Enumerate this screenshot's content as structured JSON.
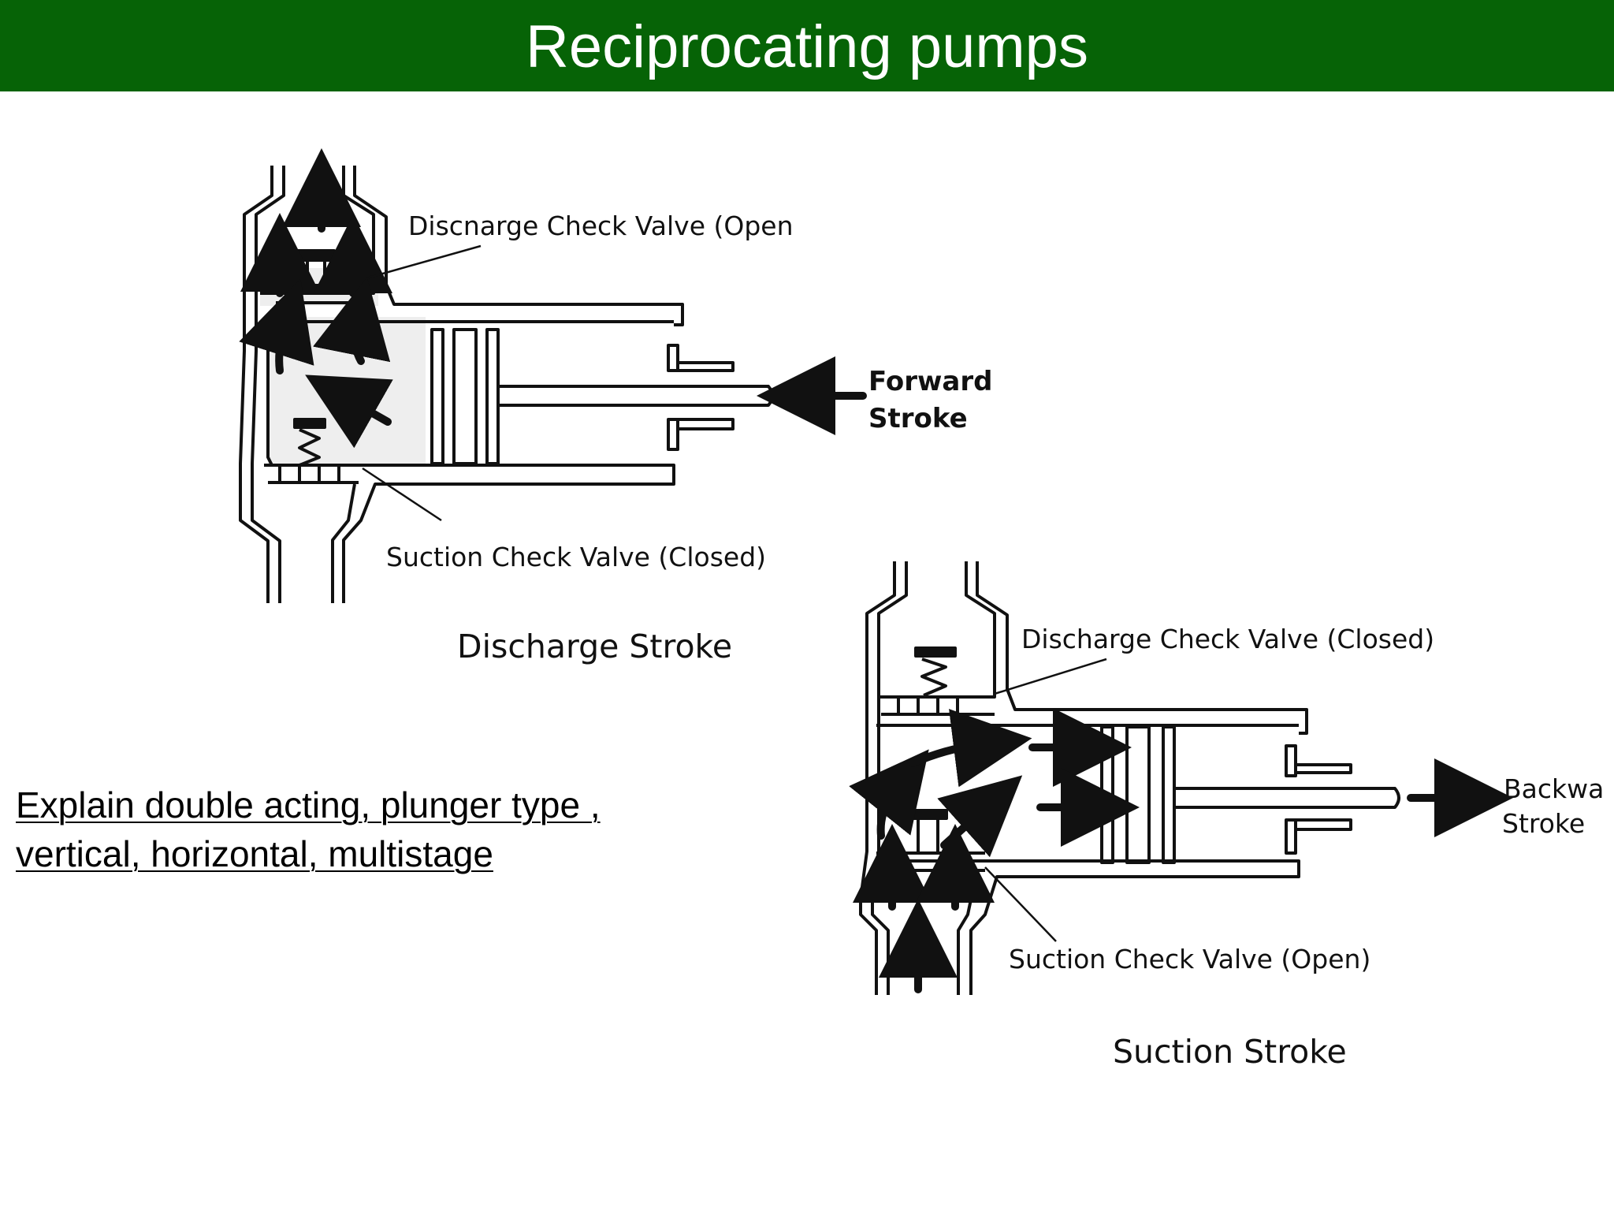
{
  "slide": {
    "title": "Reciprocating pumps"
  },
  "note": {
    "line1": "Explain double acting, plunger type ,",
    "line2": "vertical, horizontal, multistage"
  },
  "discharge_stroke": {
    "valve_top_label": "Discnarge Check Valve (Open",
    "valve_bottom_label": "Suction Check Valve (Closed)",
    "stroke_label_line1": "Forward",
    "stroke_label_line2": "Stroke",
    "caption": "Discharge Stroke"
  },
  "suction_stroke": {
    "valve_top_label": "Discharge Check Valve (Closed)",
    "valve_bottom_label": "Suction Check Valve (Open)",
    "stroke_label_line1": "Backwa",
    "stroke_label_line2": "Stroke",
    "caption": "Suction Stroke"
  },
  "colors": {
    "header_green": "#066306",
    "header_text": "#ffffff",
    "ink": "#111111"
  }
}
